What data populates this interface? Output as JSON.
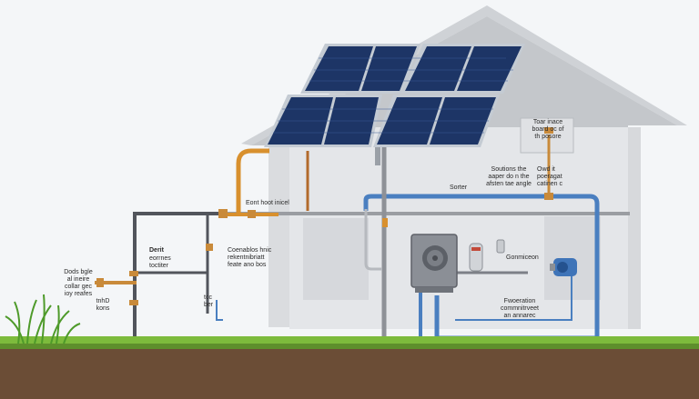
{
  "labels": {
    "tank_note": "Toar inace\nboard oc of\nth posore",
    "solutions_note": "Soutions the\naaper do n the\nafsten tae angle",
    "owd_note": "Owd it\npoeragat\ncatinen c",
    "sorter": "Sorter",
    "eont_hoot": "Eont hoot inicel",
    "derit_title": "Derit",
    "derit_sub": "eorrnes\ntoctiter",
    "contrablos": "Coenablos hnic\nrekentnibriatt\nfeate ano bos",
    "left_note": "Dods bgle\nal ineire\ncollar gec\nioy reafes",
    "nhd": "tnhD\nkons",
    "icc": "tcc\nber",
    "gonmiceon": "Gonmiceon",
    "fwoeration": "Fwoeration\ncommnitrveet\nan annarec"
  },
  "colors": {
    "sky": "#f4f6f8",
    "house_wall": "#e6e8eb",
    "roof": "#c9ccd0",
    "panel": "#1d3566",
    "panel_frame": "#c4cbd3",
    "pipe_blue": "#4a7fc0",
    "pipe_dark": "#4c4f56",
    "pipe_copper": "#d8902e",
    "grass": "#7dbb3c",
    "soil": "#6b4d36"
  },
  "icons": [
    "heat-pump-icon",
    "water-pump-icon",
    "valve-icon",
    "solar-panel-icon",
    "house-icon",
    "grass-icon"
  ]
}
